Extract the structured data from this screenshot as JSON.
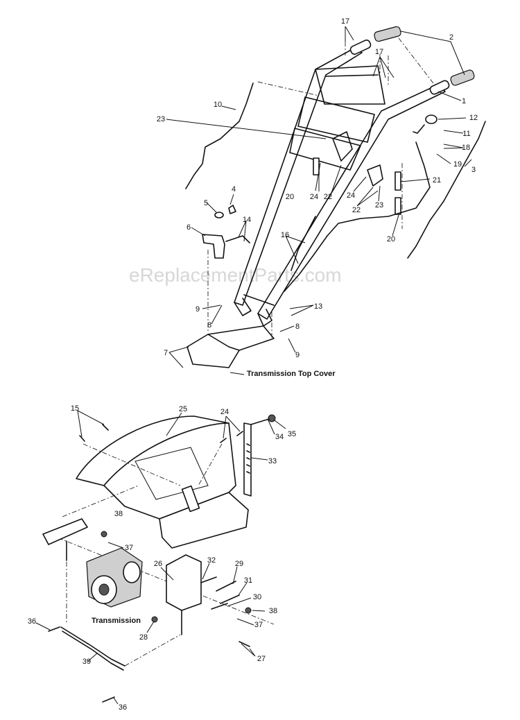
{
  "watermark": "eReplacementParts.com",
  "labels": {
    "top_cover": "Transmission Top Cover",
    "transmission": "Transmission"
  },
  "callouts": [
    "17",
    "2",
    "17",
    "1",
    "10",
    "12",
    "23",
    "11",
    "18",
    "19",
    "3",
    "21",
    "4",
    "20",
    "24",
    "22",
    "24",
    "22",
    "23",
    "5",
    "14",
    "6",
    "16",
    "20",
    "13",
    "9",
    "8",
    "8",
    "9",
    "7",
    "15",
    "25",
    "24",
    "34",
    "35",
    "33",
    "38",
    "37",
    "26",
    "32",
    "29",
    "31",
    "30",
    "38",
    "37",
    "28",
    "36",
    "27",
    "39",
    "36"
  ]
}
